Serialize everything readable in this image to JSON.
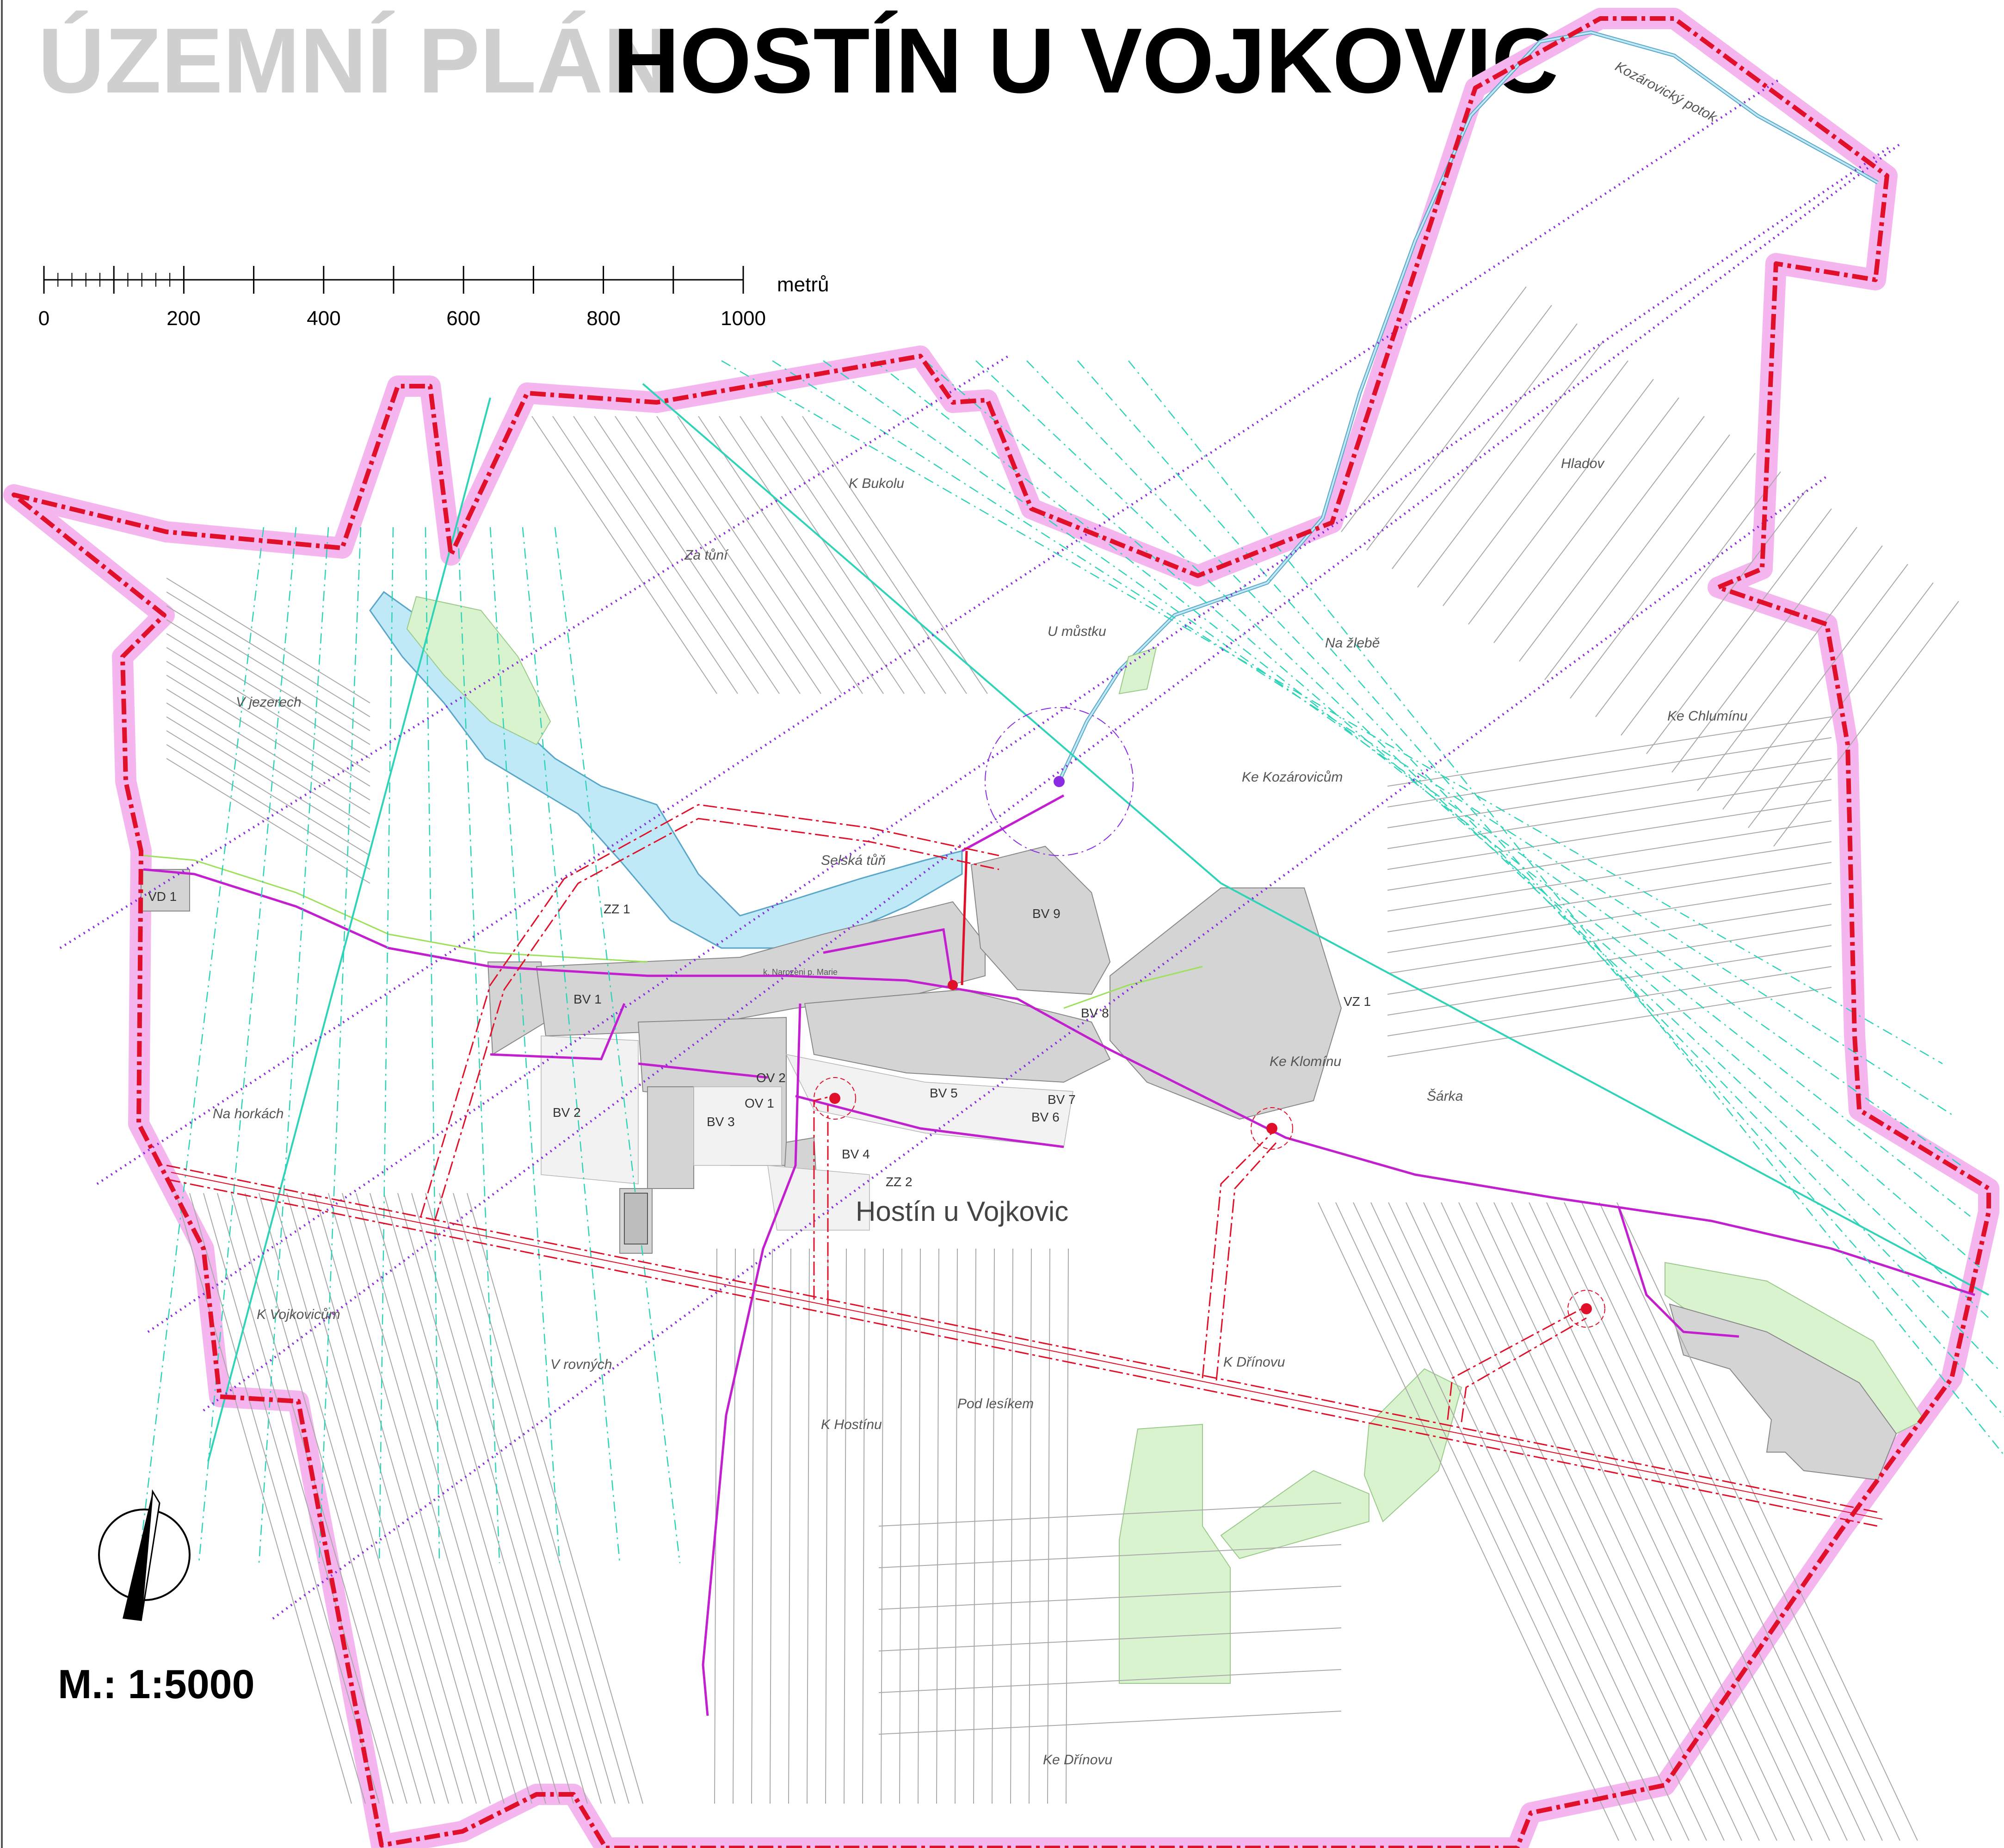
{
  "title": {
    "prefix": "ÚZEMNÍ PLÁN",
    "name": "HOSTÍN U VOJKOVIC"
  },
  "scale_bar": {
    "unit": "metrů",
    "ticks": [
      "0",
      "200",
      "400",
      "600",
      "800",
      "1000"
    ]
  },
  "scale_ratio": "M.: 1:5000",
  "village_label": "Hostín u Vojkovic",
  "localities": {
    "kozarovicky_potok": "Kozárovický potok",
    "k_bukolu": "K Bukolu",
    "hladov": "Hladov",
    "za_tuni": "Za tůní",
    "u_mustku": "U můstku",
    "na_zlebe": "Na žlebě",
    "v_jezerech": "V jezerech",
    "ke_chluminu": "Ke Chlumínu",
    "ke_kozarovicum": "Ke Kozárovicům",
    "selska_tun": "Selská tůň",
    "ke_klominu": "Ke Klomínu",
    "sarka": "Šárka",
    "na_horkach": "Na horkách",
    "k_vojkovicum": "K Vojkovicům",
    "v_rovnych": "V rovných",
    "k_drinovu": "K Dřínovu",
    "pod_lesikem": "Pod lesíkem",
    "k_hostinu": "K Hostínu",
    "ke_drinovu": "Ke Dřínovu",
    "church": "k. Narozeni p. Marie"
  },
  "zones": {
    "vd1": "VD 1",
    "zz1": "ZZ 1",
    "bv9": "BV 9",
    "bv1": "BV 1",
    "bv8": "BV 8",
    "vz1": "VZ 1",
    "ov2": "OV 2",
    "ov1": "OV 1",
    "bv5": "BV 5",
    "bv7": "BV 7",
    "bv6": "BV 6",
    "bv2": "BV 2",
    "bv3": "BV 3",
    "bv4": "BV 4",
    "zz2": "ZZ 2"
  },
  "colors": {
    "boundary_halo": "#f5b6f0",
    "boundary_line": "#e0102a",
    "water": "#bfe9f6",
    "greenery": "#d9f3cf",
    "built_up": "#d4d4d4",
    "road_magenta": "#c21fcf",
    "corridor_cyan": "#2fd3b8",
    "powerline_purple": "#8a2be2",
    "pipeline_red": "#e0102a"
  }
}
